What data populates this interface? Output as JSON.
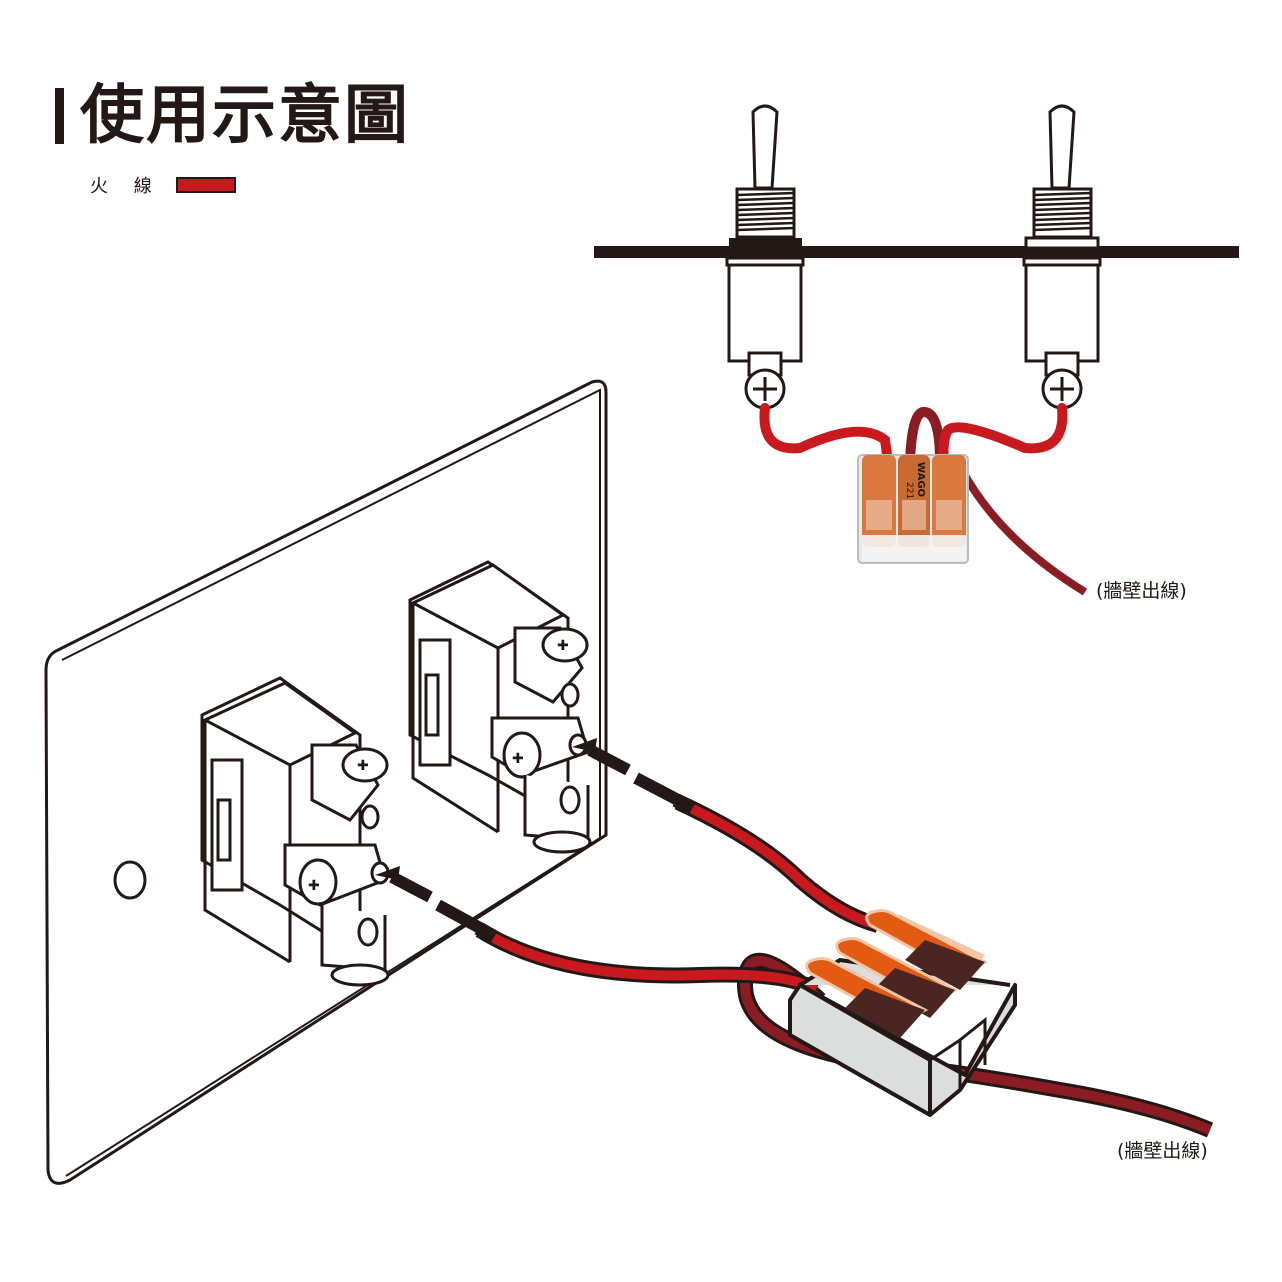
{
  "title": "使用示意圖",
  "legend": {
    "items": [
      {
        "label": "火 線",
        "color": "#c8191f"
      }
    ]
  },
  "captions": {
    "top_wall_outlet": "(牆壁出線)",
    "bottom_wall_outlet": "(牆壁出線)"
  },
  "connector": {
    "brand": "WAGO",
    "model": "221"
  },
  "colors": {
    "live_wire": "#c8191f",
    "wall_wire": "#8b1c24",
    "outline": "#231815",
    "lever_orange": "#e35a12",
    "lever_dark": "#4a2522",
    "body_gray": "#dcdddd"
  }
}
